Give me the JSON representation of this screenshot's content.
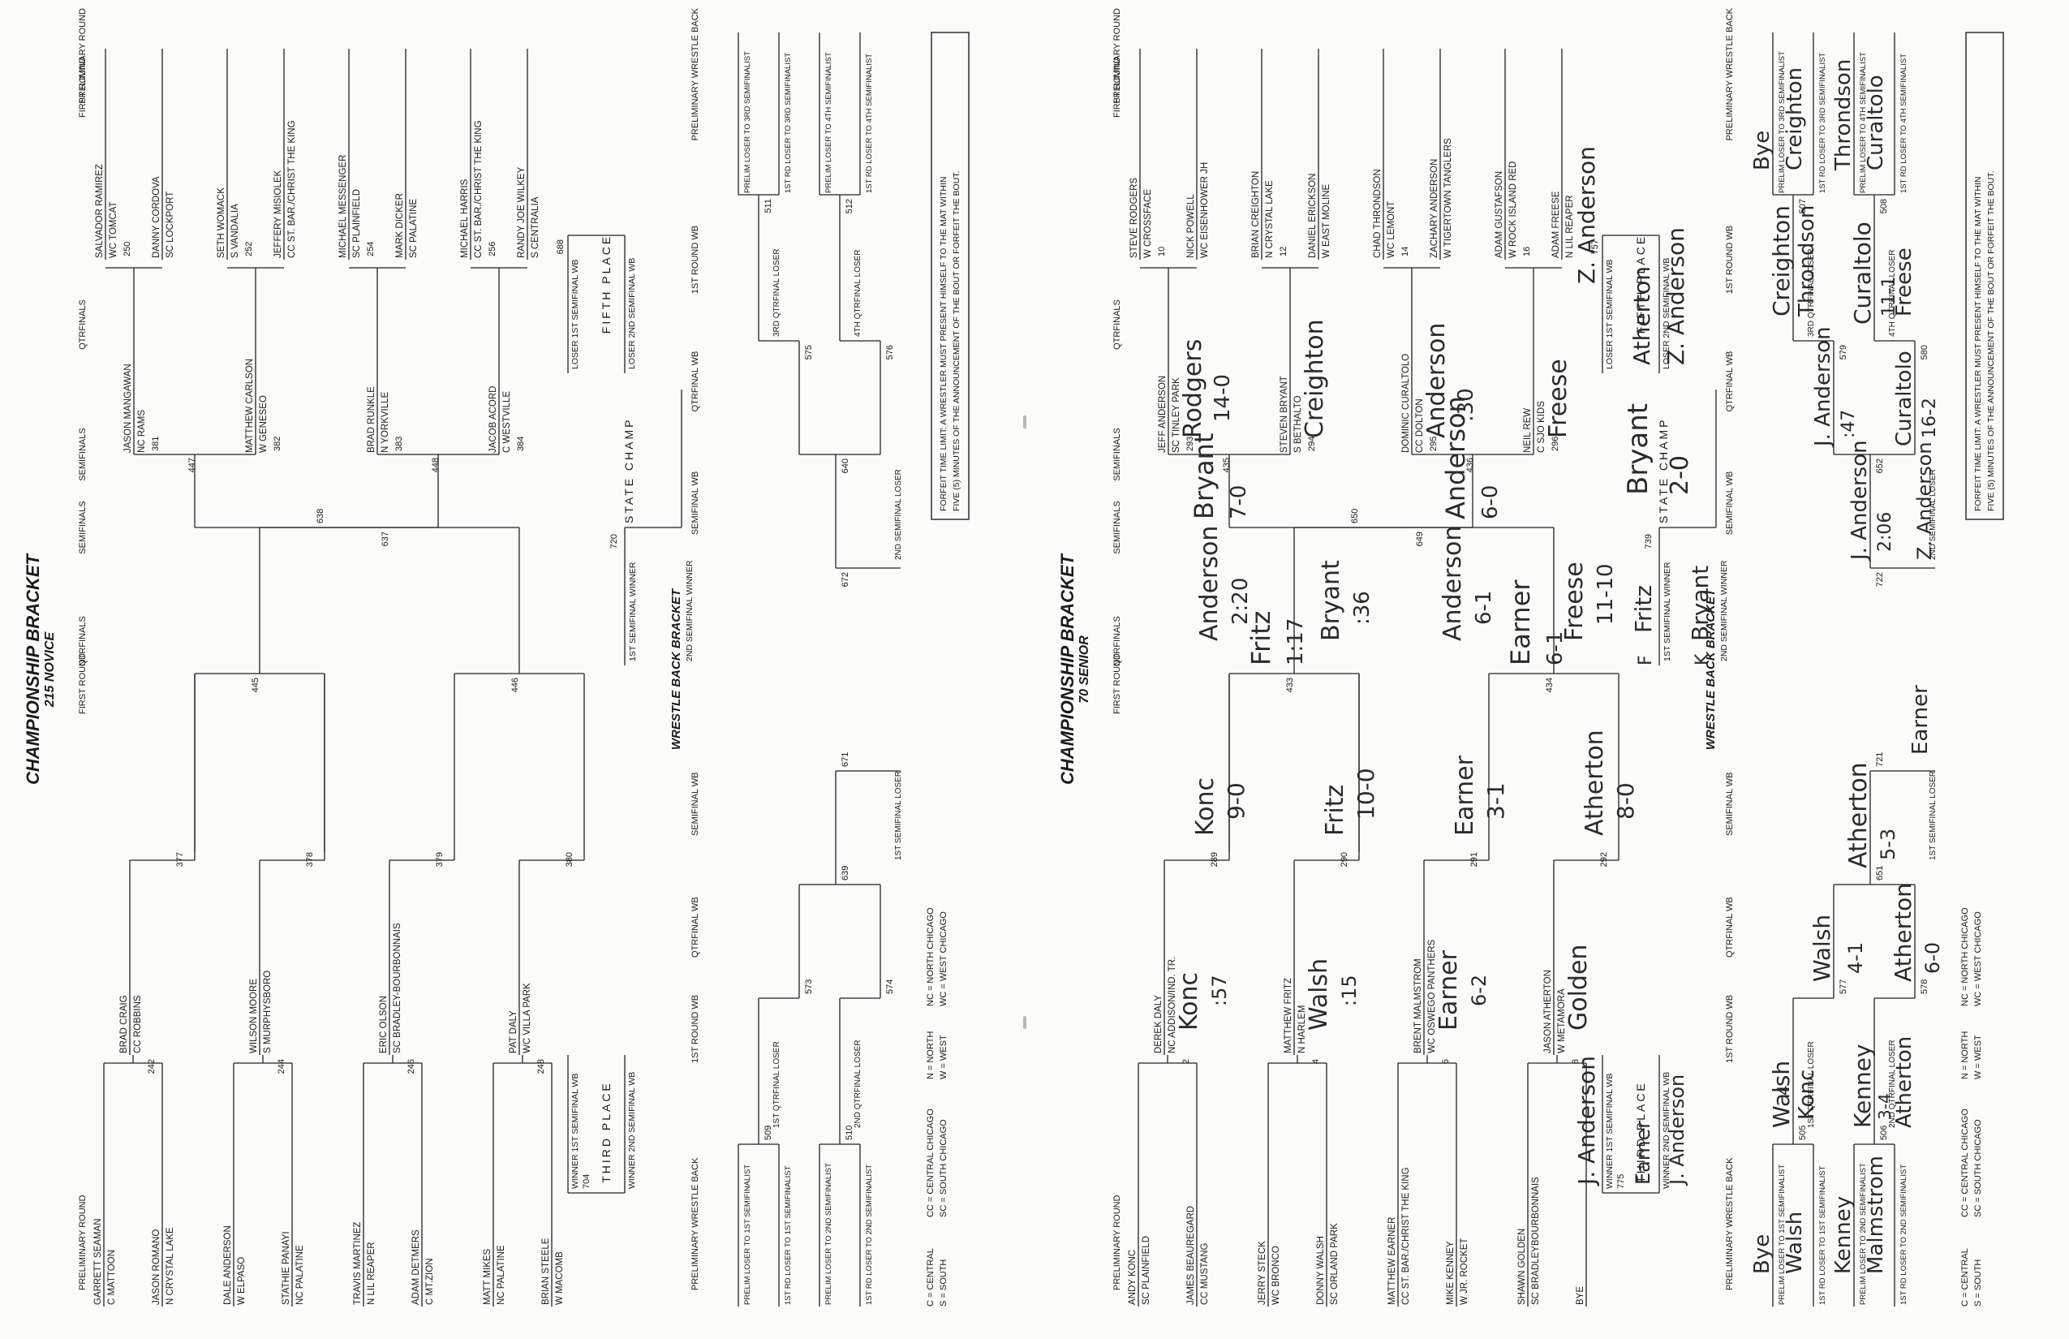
{
  "novice": {
    "title": "CHAMPIONSHIP BRACKET",
    "subtitle": "215 NOVICE",
    "heading_prelim": "PRELIMINARY ROUND",
    "heading_first": "FIRST ROUND",
    "heading_qtr": "QTRFINALS",
    "heading_semi": "SEMIFINALS",
    "state_champ": "STATE CHAMP",
    "third_place": "THIRD PLACE",
    "fifth_place": "FIFTH PLACE",
    "wb_title": "WRESTLE BACK BRACKET",
    "legend": [
      "C = CENTRAL",
      "S = SOUTH",
      "CC = CENTRAL CHICAGO",
      "SC = SOUTH CHICAGO",
      "N = NORTH",
      "W = WEST",
      "NC = NORTH CHICAGO",
      "WC = WEST CHICAGO"
    ],
    "forfeit": [
      "FORFEIT TIME LIMIT:  A WRESTLER MUST PRESENT HIMSELF TO THE MAT WITHIN",
      "FIVE (5) MINUTES OF THE ANNOUNCEMENT OF THE BOUT OR FORFEIT THE BOUT."
    ],
    "prelim_bottom": [
      {
        "name": "GARRETT SEAMAN",
        "team": "C  MATTOON"
      },
      {
        "name": "JASON ROMANO",
        "team": "N  CRYSTAL LAKE"
      },
      {
        "name": "DALE ANDERSON",
        "team": "W  ELPASO"
      },
      {
        "name": "STATHIE  PANAYI",
        "team": "NC  PALATINE"
      },
      {
        "name": "TRAVIS MARTINEZ",
        "team": "N  LIL REAPER"
      },
      {
        "name": "ADAM DETMERS",
        "team": "C  MT.ZION"
      },
      {
        "name": "MATT MIKES",
        "team": "NC  PALATINE"
      },
      {
        "name": "BRIAN  STEELE",
        "team": "W  MACOMB"
      }
    ],
    "first_bottom": [
      {
        "name": "BRAD  CRAIG",
        "team": "CC  ROBBINS",
        "bout": "242",
        "bout2": "377"
      },
      {
        "name": "WILSON  MOORE",
        "team": "S  MURPHYSBORO",
        "bout": "244",
        "bout2": "378"
      },
      {
        "name": "ERIC OLSON",
        "team": "SC  BRADLEY-BOURBONNAIS",
        "bout": "246",
        "bout2": "379"
      },
      {
        "name": "PAT DALY",
        "team": "WC  VILLA PARK",
        "bout": "248",
        "bout2": "380"
      }
    ],
    "prelim_top": [
      {
        "name": "SALVADOR RAMIREZ",
        "team": "WC  TOMCAT",
        "bout": "250"
      },
      {
        "name": "DANNY CORDOVA",
        "team": "SC  LOCKPORT",
        "bout": ""
      },
      {
        "name": "SETH WOMACK",
        "team": "S  VANDALIA",
        "bout": "252"
      },
      {
        "name": "JEFFERY MISIOLEK",
        "team": "CC  ST. BAR./CHRIST THE KING",
        "bout": ""
      },
      {
        "name": "MICHAEL MESSENGER",
        "team": "SC  PLAINFIELD",
        "bout": "254"
      },
      {
        "name": "MARK DICKER",
        "team": "SC  PALATINE",
        "bout": ""
      },
      {
        "name": "MICHAEL HARRIS",
        "team": "CC  ST. BAR./CHRIST THE KING",
        "bout": "256"
      },
      {
        "name": "RANDY JOE  WILKEY",
        "team": "S  CENTRALIA",
        "bout": ""
      }
    ],
    "first_top": [
      {
        "name": "JASON MANGAWAN",
        "team": "NC  RAMS",
        "bout": "381"
      },
      {
        "name": "MATTHEW CARLSON",
        "team": "W  GENESEO",
        "bout": "382"
      },
      {
        "name": "BRAD RUNKLE",
        "team": "N  YORKVILLE",
        "bout": "383"
      },
      {
        "name": "JACOB ACORD",
        "team": "C  WESTVILLE",
        "bout": "384"
      }
    ],
    "qtr_bouts": [
      "445",
      "446",
      "447",
      "448"
    ],
    "semi_bouts": [
      "637",
      "638"
    ],
    "champ_labels": [
      "1ST SEMIFINAL WINNER",
      "2ND SEMIFINAL WINNER",
      "720"
    ],
    "third_labels": [
      "WINNER 1ST SEMIFINAL WB",
      "WINNER 2ND SEMIFINAL WB",
      "704"
    ],
    "fifth_labels": [
      "LOSER 1ST SEMIFINAL WB",
      "LOSER 2ND SEMIFINAL WB",
      "688"
    ],
    "wb": {
      "heads": [
        "PRELIMINARY WRESTLE BACK",
        "1ST ROUND WB",
        "QTRFINAL WB",
        "SEMIFINAL WB",
        "SEMIFINAL WB",
        "QTRFINAL WB",
        "1ST ROUND WB",
        "PRELIMINARY WRESTLE BACK"
      ],
      "bottom": [
        "PRELIM  LOSER TO 1ST SEMIFINALIST",
        "1ST RD LOSER TO 1ST SEMIFINALIST",
        "PRELIM  LOSER TO 2ND SEMIFINALIST",
        "1ST RD LOSER TO 2ND SEMIFINALIST"
      ],
      "bottom_bouts": [
        "509",
        "510",
        "573",
        "574",
        "639",
        "671"
      ],
      "mid": [
        "1ST QTRFINAL LOSER",
        "2ND QTRFINAL LOSER",
        "1ST SEMIFINAL LOSER",
        "2ND SEMIFINAL LOSER",
        "3RD QTRFINAL LOSER",
        "4TH QTRFINAL LOSER"
      ],
      "top": [
        "PRELIM  LOSER TO 3RD SEMIFINALIST",
        "1ST RD LOSER TO 3RD SEMIFINALIST",
        "PRELIM  LOSER TO 4TH SEMIFINALIST",
        "1ST RD LOSER TO 4TH SEMIFINALIST"
      ],
      "top_bouts": [
        "511",
        "512",
        "575",
        "576",
        "640",
        "672"
      ]
    }
  },
  "senior": {
    "title": "CHAMPIONSHIP BRACKET",
    "subtitle": "70 SENIOR",
    "heading_prelim": "PRELIMINARY ROUND",
    "heading_first": "FIRST ROUND",
    "heading_qtr": "QTRFINALS",
    "heading_semi": "SEMIFINALS",
    "state_champ": "STATE CHAMP",
    "third_place": "THIRD PLACE",
    "fifth_place": "FIFTH PLACE",
    "wb_title": "WRESTLE BACK BRACKET",
    "legend": [
      "C = CENTRAL",
      "S = SOUTH",
      "CC = CENTRAL CHICAGO",
      "SC = SOUTH CHICAGO",
      "N = NORTH",
      "W = WEST",
      "NC = NORTH CHICAGO",
      "WC = WEST CHICAGO"
    ],
    "forfeit": [
      "FORFEIT TIME LIMIT:  A WRESTLER MUST PRESENT HIMSELF TO THE MAT WITHIN",
      "FIVE (5) MINUTES OF THE ANNOUNCEMENT OF THE BOUT OR FORFEIT THE BOUT."
    ],
    "prelim_bottom": [
      {
        "name": "ANDY KONC",
        "team": "SC  PLAINFIELD"
      },
      {
        "name": "JAMES BEAUREGARD",
        "team": "CC  MUSTANG"
      },
      {
        "name": "JERRY STECK",
        "team": "WC  BRONCO"
      },
      {
        "name": "DONNY WALSH",
        "team": "SC  ORLAND PARK"
      },
      {
        "name": "MATTHEW EARNER",
        "team": "CC  ST. BAR./CHRIST THE KING"
      },
      {
        "name": "MIKE KENNEY",
        "team": "W  JR. ROCKET"
      },
      {
        "name": "SHAWN GOLDEN",
        "team": "SC  BRADLEYBOURBONNAIS"
      },
      {
        "name": "BYE",
        "team": ""
      }
    ],
    "first_bottom": [
      {
        "name": "DEREK DALY",
        "team": "NC  ADDISON/IND. TR.",
        "bout": "2",
        "bout2": "289"
      },
      {
        "name": "MATTHEW FRITZ",
        "team": "N  HARLEM",
        "bout": "4",
        "bout2": "290"
      },
      {
        "name": "BRENT MALMSTROM",
        "team": "WC  OSWEGO PANTHERS",
        "bout": "6",
        "bout2": "291"
      },
      {
        "name": "JASON ATHERTON",
        "team": "W  METAMORA",
        "bout": "8",
        "bout2": "292"
      }
    ],
    "prelim_top": [
      {
        "name": "STEVE RODGERS",
        "team": "W  CROSSFACE",
        "bout": "10"
      },
      {
        "name": "NICK POWELL",
        "team": "WC  EISENHOWER JH",
        "bout": ""
      },
      {
        "name": "BRIAN CREIGHTON",
        "team": "N  CRYSTAL LAKE",
        "bout": "12"
      },
      {
        "name": "DANIEL ERICKSON",
        "team": "W  EAST MOLINE",
        "bout": ""
      },
      {
        "name": "CHAD THRONDSON",
        "team": "WC  LEMONT",
        "bout": "14"
      },
      {
        "name": "ZACHARY ANDERSON",
        "team": "W  TIGERTOWN TANGLERS",
        "bout": ""
      },
      {
        "name": "ADAM GUSTAFSON",
        "team": "W  ROCK ISLAND RED",
        "bout": "16"
      },
      {
        "name": "ADAM FREESE",
        "team": "N  LIL REAPER",
        "bout": ""
      }
    ],
    "first_top": [
      {
        "name": "JEFF ANDERSON",
        "team": "SC  TINLEY PARK",
        "bout": "293"
      },
      {
        "name": "STEVEN BRYANT",
        "team": "S  BETHALTO",
        "bout": "294"
      },
      {
        "name": "DOMINIC CURALTOLO",
        "team": "CC  DOLTON",
        "bout": "295"
      },
      {
        "name": "NEIL REW",
        "team": "C  SJO KIDS",
        "bout": "296"
      }
    ],
    "qtr_bouts": [
      "433",
      "434",
      "435",
      "436"
    ],
    "semi_bouts": [
      "649",
      "650"
    ],
    "champ_labels": [
      "1ST SEMIFINAL WINNER",
      "2ND SEMIFINAL WINNER",
      "739"
    ],
    "third_labels": [
      "WINNER 1ST SEMIFINAL WB",
      "WINNER 2ND SEMIFINAL WB",
      "775"
    ],
    "fifth_labels": [
      "LOSER 1ST SEMIFINAL WB",
      "LOSER 2ND SEMIFINAL WB",
      "757"
    ],
    "wb": {
      "heads": [
        "PRELIMINARY WRESTLE BACK",
        "1ST ROUND WB",
        "QTRFINAL WB",
        "SEMIFINAL WB",
        "SEMIFINAL WB",
        "QTRFINAL WB",
        "1ST ROUND WB",
        "PRELIMINARY WRESTLE BACK"
      ],
      "bottom": [
        "PRELIM  LOSER TO 1ST SEMIFINALIST",
        "1ST RD LOSER TO 1ST SEMIFINALIST",
        "PRELIM  LOSER TO 2ND SEMIFINALIST",
        "1ST RD LOSER TO 2ND SEMIFINALIST"
      ],
      "bottom_bouts": [
        "505",
        "506",
        "577",
        "578",
        "651",
        "721"
      ],
      "mid": [
        "1ST QTRFINAL LOSER",
        "2ND QTRFINAL LOSER",
        "1ST SEMIFINAL LOSER",
        "2ND SEMIFINAL LOSER",
        "3RD QTRFINAL LOSER",
        "4TH QTRFINAL LOSER"
      ],
      "top": [
        "PRELIM  LOSER TO 3RD SEMIFINALIST",
        "1ST RD LOSER TO 3RD SEMIFINALIST",
        "PRELIM  LOSER TO 4TH SEMIFINALIST",
        "1ST RD LOSER TO 4TH SEMIFINALIST"
      ],
      "top_bouts": [
        "507",
        "508",
        "579",
        "580",
        "652",
        "722"
      ]
    },
    "handwritten": {
      "qtr_bottom": [
        {
          "name": "Konc",
          "score": "9-0"
        },
        {
          "name": "Fritz",
          "score": "10-0"
        },
        {
          "name": "Earner",
          "score": "3-1"
        },
        {
          "name": "Atherton",
          "score": "8-0"
        }
      ],
      "qtr_top": [
        {
          "name": "Anderson",
          "score": "2:20"
        },
        {
          "name": "Bryant",
          "score": ":36"
        },
        {
          "name": "Anderson",
          "score": "6-1"
        },
        {
          "name": "Freese",
          "score": "11-10"
        }
      ],
      "first_bottom": [
        {
          "name": "Konc",
          "score": ":57"
        },
        {
          "name": "Walsh",
          "score": ":15"
        },
        {
          "name": "Earner",
          "score": "6-2"
        },
        {
          "name": "Golden",
          "score": ""
        }
      ],
      "first_top": [
        {
          "name": "Rodgers",
          "score": "14-0"
        },
        {
          "name": "Creighton",
          "score": ""
        },
        {
          "name": "Anderson",
          "score": ":30"
        },
        {
          "name": "Freese",
          "score": ""
        }
      ],
      "semi_bottom": {
        "name": "Fritz",
        "score": "1:17"
      },
      "semi_bottom2": {
        "name": "Earner",
        "score": "6-1"
      },
      "semi_top": {
        "name": "Bryant",
        "score": "7-0"
      },
      "semi_top2": {
        "name": "Anderson",
        "score": "6-0"
      },
      "champ": {
        "winner": "Bryant",
        "score": "2-0",
        "first": "Fritz",
        "second": "Bryant",
        "first_mark": "F",
        "second_mark": "K"
      },
      "third": {
        "winner": "J. Anderson",
        "first": "Earner",
        "second": "J. Anderson"
      },
      "fifth": {
        "winner": "Z. Anderson",
        "first": "Atherton",
        "second": "Z. Anderson"
      },
      "wb_bottom_prelim": [
        "Bye",
        "Walsh",
        "Kenney",
        "Malmstrom"
      ],
      "wb_bottom_first": [
        {
          "name": "Walsh",
          "score": "4"
        },
        {
          "name": "Kenney",
          "score": "3-4"
        }
      ],
      "wb_bottom_qtr": [
        {
          "name": "Walsh",
          "score": "4-1"
        },
        {
          "name": "Atherton",
          "score": "6-0"
        }
      ],
      "wb_bottom_konc": "Konc",
      "wb_bottom_atherton": "Atherton",
      "wb_bottom_semi": {
        "name": "Atherton",
        "score": "5-3"
      },
      "wb_bottom_semi2": {
        "name": "Earner",
        "score": ""
      },
      "wb_top_prelim": [
        "Bye",
        "Creighton",
        "Throndson",
        "Curaltolo"
      ],
      "wb_top_first": [
        {
          "name": "Creighton",
          "score": ""
        },
        {
          "name": "Curaltolo",
          "score": "11-1"
        }
      ],
      "wb_top_qtr": [
        {
          "name": "J. Anderson",
          "score": ":47"
        },
        {
          "name": "Curaltolo",
          "score": "16-2"
        }
      ],
      "wb_top_throndson": "Throndson",
      "wb_top_freese": "Freese",
      "wb_top_semi": {
        "name": "J. Anderson",
        "score": "2:06"
      },
      "wb_top_semi2": {
        "name": "Z. Anderson",
        "score": ""
      }
    }
  }
}
